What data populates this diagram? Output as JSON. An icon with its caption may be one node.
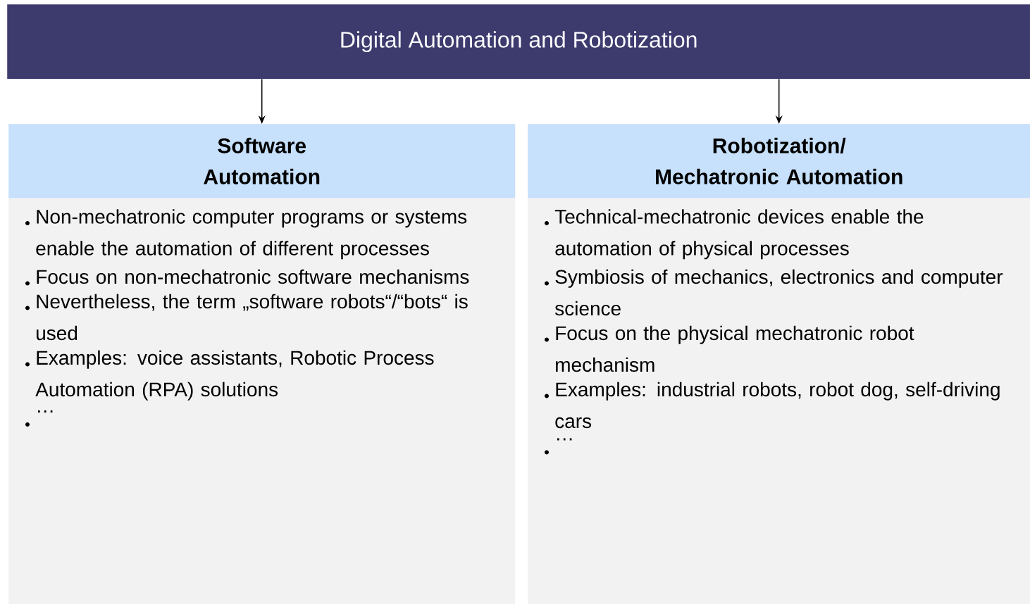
{
  "diagram": {
    "nodes": [
      {
        "text": [
          "Digital Automation and Robotization"
        ]
      },
      {
        "text": [
          "Software Automation",
          "Non-mechatronic computer programs or systems enable the automation of different processes",
          "Focus on non-mechatronic software mechanisms",
          "Nevertheless, the term „software robots“/“bots“ is used",
          "Examples: voice assistants, Robotic Process Automation (RPA) solutions",
          "…"
        ]
      },
      {
        "text": [
          "Robotization/ Mechatronic Automation",
          "Technical-mechatronic devices enable the automation of physical processes",
          "Symbiosis of mechanics, electronics and computer science",
          "Focus on the physical mechatronic robot mechanism",
          "Examples: industrial robots, robot dog, self-driving cars",
          "…"
        ]
      }
    ],
    "edges": [
      {
        "from": 0,
        "to": 1,
        "arrow": "to"
      },
      {
        "from": 0,
        "to": 2,
        "arrow": "to"
      }
    ]
  }
}
